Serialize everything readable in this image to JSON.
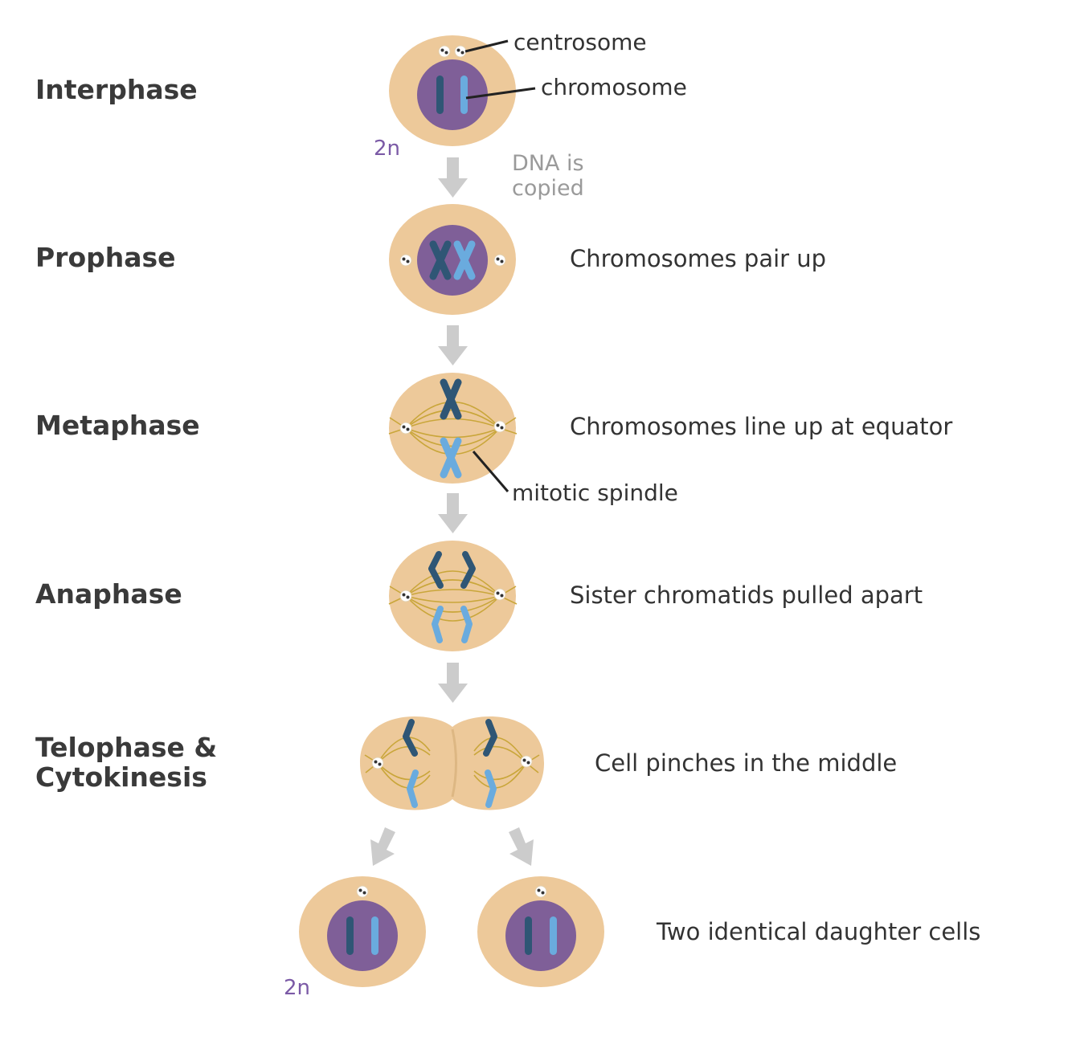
{
  "stages": {
    "interphase": "Interphase",
    "prophase": "Prophase",
    "metaphase": "Metaphase",
    "anaphase": "Anaphase",
    "telophase_line1": "Telophase &",
    "telophase_line2": "Cytokinesis"
  },
  "callouts": {
    "centrosome": "centrosome",
    "chromosome": "chromosome",
    "mitotic_spindle": "mitotic spindle"
  },
  "notes": {
    "dna_line1": "DNA is",
    "dna_line2": "copied"
  },
  "descriptions": {
    "prophase": "Chromosomes pair up",
    "metaphase": "Chromosomes line up at equator",
    "anaphase": "Sister chromatids pulled apart",
    "telophase": "Cell pinches in the middle",
    "daughters": "Two identical daughter cells"
  },
  "ploidy": {
    "top": "2n",
    "bottom": "2n"
  },
  "colors": {
    "cell": "#edc99a",
    "nucleus": "#7f5f98",
    "chromosome_dark": "#2f5675",
    "chromosome_light": "#6aabde",
    "spindle": "#c9a63a",
    "arrow": "#cccccc",
    "ploidy_text": "#7b5aa6",
    "note_text": "#9a9a9a"
  }
}
